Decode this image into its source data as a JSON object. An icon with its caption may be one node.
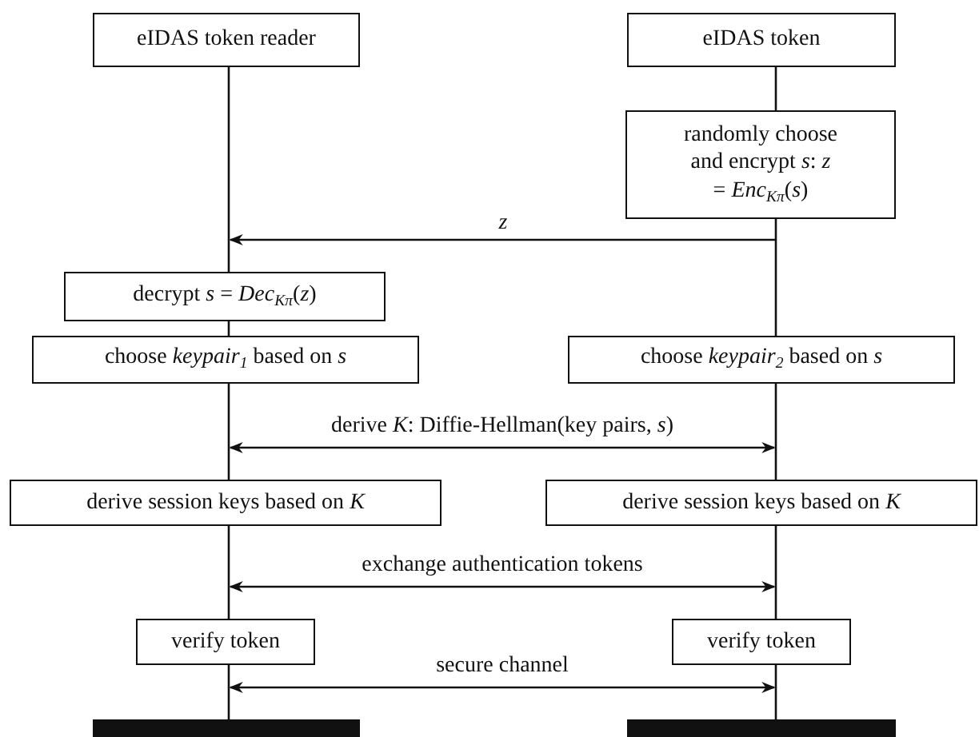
{
  "diagram": {
    "nodes": [
      {
        "text": [
          "eIDAS token reader"
        ]
      },
      {
        "text": [
          "eIDAS token"
        ]
      },
      {
        "text": [
          "randomly choose and encrypt *s*: *z* = *Enc*$_{Kπ}$(*s*)"
        ]
      },
      {
        "text": [
          "decrypt *s* = *Dec*$_{Kπ}$(*z*)"
        ]
      },
      {
        "text": [
          "choose *keypair*$_{1}$ based on *s*"
        ]
      },
      {
        "text": [
          "choose *keypair*$_{2}$ based on *s*"
        ]
      },
      {
        "text": [
          "derive session keys based on *K*"
        ]
      },
      {
        "text": [
          "derive session keys based on *K*"
        ]
      },
      {
        "text": [
          "verify token"
        ]
      },
      {
        "text": [
          "verify token"
        ]
      },
      {
        "text": [],
        "shape": "bar"
      },
      {
        "text": [],
        "shape": "bar"
      }
    ],
    "edges": [
      {
        "from": 0,
        "to": 3,
        "arrow": "none"
      },
      {
        "from": 3,
        "to": 4,
        "arrow": "none"
      },
      {
        "from": 4,
        "to": 6,
        "arrow": "none"
      },
      {
        "from": 6,
        "to": 8,
        "arrow": "none"
      },
      {
        "from": 8,
        "to": 10,
        "arrow": "none"
      },
      {
        "from": 1,
        "to": 2,
        "arrow": "none"
      },
      {
        "from": 2,
        "to": 5,
        "arrow": "none"
      },
      {
        "from": 5,
        "to": 7,
        "arrow": "none"
      },
      {
        "from": 7,
        "to": 9,
        "arrow": "none"
      },
      {
        "from": 9,
        "to": 11,
        "arrow": "none"
      },
      {
        "from": 2,
        "to": 3,
        "arrow": "to",
        "label": "*z*"
      },
      {
        "from": 6,
        "to": 7,
        "arrow": "both",
        "label": "derive *K*: Diffie-Hellman(key pairs, *s*)"
      },
      {
        "from": 8,
        "to": 9,
        "arrow": "both",
        "label": "exchange authentication tokens"
      },
      {
        "from": 8,
        "to": 9,
        "arrow": "both",
        "label": "secure channel"
      }
    ]
  }
}
